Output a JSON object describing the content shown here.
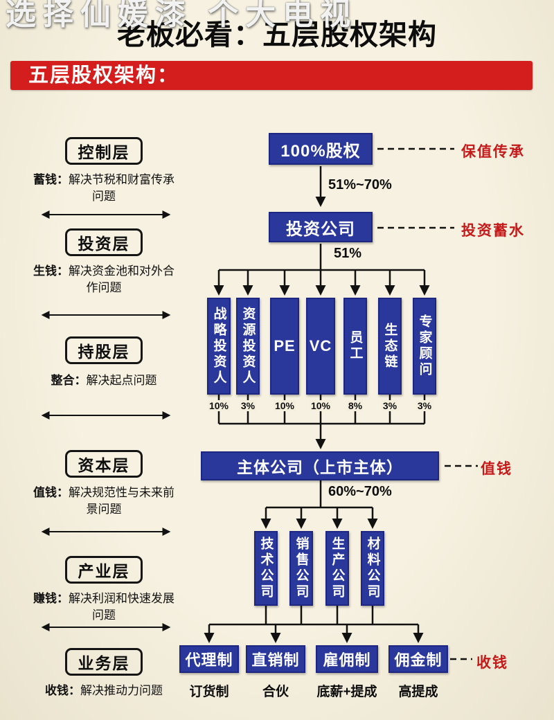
{
  "watermark": "选择仙媛漆 个大电视",
  "title": "老板必看：五层股权架构",
  "banner": "五层股权架构：",
  "colors": {
    "background": "#f3eeda",
    "box_blue": "#2a379b",
    "banner_red": "#d41d1d",
    "note_red": "#c51a1a",
    "line_black": "#111111"
  },
  "layers": [
    {
      "name": "控制层",
      "keyword": "蓄钱：",
      "desc": "解决节税和财富传承问题"
    },
    {
      "name": "投资层",
      "keyword": "生钱：",
      "desc": "解决资金池和对外合作问题"
    },
    {
      "name": "持股层",
      "keyword": "整合：",
      "desc": "解决起点问题"
    },
    {
      "name": "资本层",
      "keyword": "值钱：",
      "desc": "解决规范性与未来前景问题"
    },
    {
      "name": "产业层",
      "keyword": "赚钱：",
      "desc": "解决利润和快速发展问题"
    },
    {
      "name": "业务层",
      "keyword": "收钱：",
      "desc": "解决推动力问题"
    }
  ],
  "flow": {
    "equity_box": "100%股权",
    "equity_note": "保值传承",
    "equity_pct": "51%~70%",
    "invest_box": "投资公司",
    "invest_note": "投资蓄水",
    "invest_pct": "51%",
    "holders": [
      {
        "label": "战略投资人",
        "pct": "10%"
      },
      {
        "label": "资源投资人",
        "pct": "3%"
      },
      {
        "label": "PE",
        "pct": "10%"
      },
      {
        "label": "VC",
        "pct": "10%"
      },
      {
        "label": "员工",
        "pct": "8%"
      },
      {
        "label": "生态链",
        "pct": "3%"
      },
      {
        "label": "专家顾问",
        "pct": "3%"
      }
    ],
    "main_box": "主体公司（上市主体）",
    "main_note": "值钱",
    "main_pct": "60%~70%",
    "subsidiaries": [
      "技术公司",
      "销售公司",
      "生产公司",
      "材料公司"
    ],
    "models": [
      {
        "label": "代理制",
        "sub": "订货制"
      },
      {
        "label": "直销制",
        "sub": "合伙"
      },
      {
        "label": "雇佣制",
        "sub": "底薪+提成"
      },
      {
        "label": "佣金制",
        "sub": "高提成"
      }
    ],
    "models_note": "收钱"
  }
}
